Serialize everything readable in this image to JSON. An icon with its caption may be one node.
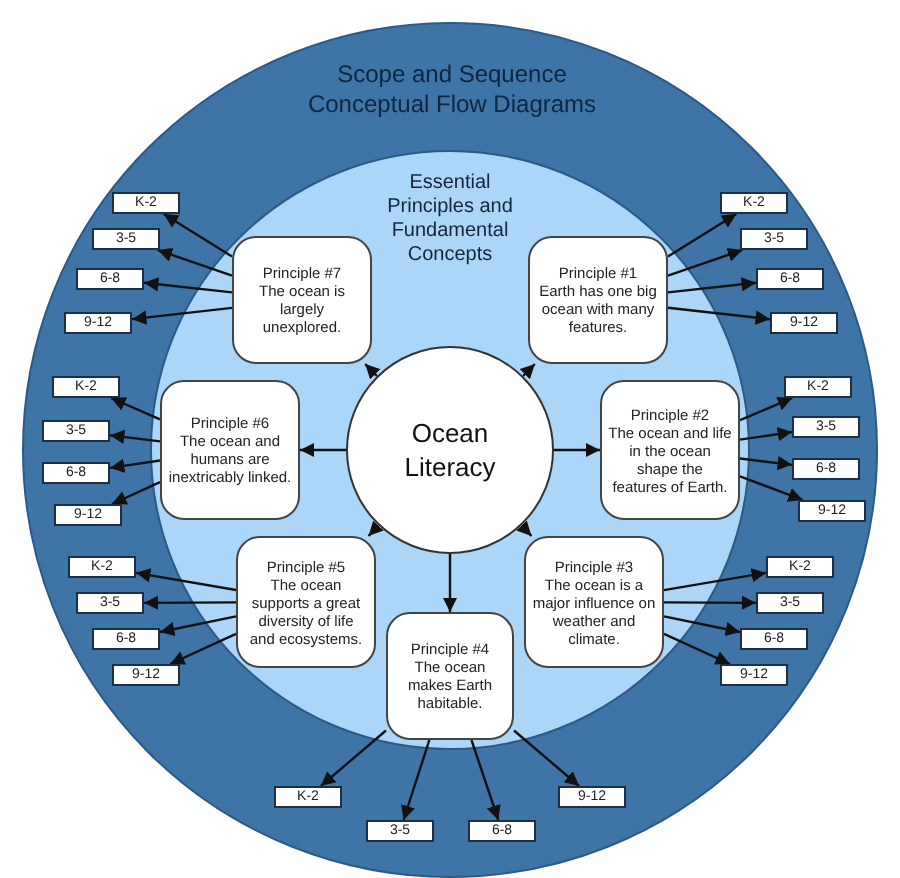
{
  "diagram": {
    "nodes": [
      {
        "text": [
          "Scope and Sequence Conceptual Flow Diagrams"
        ]
      },
      {
        "text": [
          "Essential Principles and Fundamental Concepts"
        ],
        "in": 0
      },
      {
        "text": [
          "Ocean Literacy"
        ],
        "in": 1
      },
      {
        "text": [
          "Principle #7",
          "The ocean is largely unexplored."
        ],
        "in": 1
      },
      {
        "text": [
          "Principle #1",
          "Earth has one big ocean with many features."
        ],
        "in": 1
      },
      {
        "text": [
          "Principle #6",
          "The ocean and humans are inextricably linked."
        ],
        "in": 1
      },
      {
        "text": [
          "Principle #2",
          "The ocean and life in the ocean shape the features of Earth."
        ],
        "in": 1
      },
      {
        "text": [
          "Principle #5",
          "The ocean supports a great diversity of life and ecosystems."
        ],
        "in": 1
      },
      {
        "text": [
          "Principle #3",
          "The ocean is a major influence on weather and climate."
        ],
        "in": 1
      },
      {
        "text": [
          "Principle #4",
          "The ocean makes Earth habitable."
        ],
        "in": 1
      },
      {
        "text": [
          "K-2"
        ],
        "in": 0
      },
      {
        "text": [
          "3-5"
        ],
        "in": 0
      },
      {
        "text": [
          "6-8"
        ],
        "in": 0
      },
      {
        "text": [
          "9-12"
        ],
        "in": 0
      },
      {
        "text": [
          "K-2"
        ],
        "in": 0
      },
      {
        "text": [
          "3-5"
        ],
        "in": 0
      },
      {
        "text": [
          "6-8"
        ],
        "in": 0
      },
      {
        "text": [
          "9-12"
        ],
        "in": 0
      },
      {
        "text": [
          "K-2"
        ],
        "in": 0
      },
      {
        "text": [
          "3-5"
        ],
        "in": 0
      },
      {
        "text": [
          "6-8"
        ],
        "in": 0
      },
      {
        "text": [
          "9-12"
        ],
        "in": 0
      },
      {
        "text": [
          "K-2"
        ],
        "in": 0
      },
      {
        "text": [
          "3-5"
        ],
        "in": 0
      },
      {
        "text": [
          "6-8"
        ],
        "in": 0
      },
      {
        "text": [
          "9-12"
        ],
        "in": 0
      },
      {
        "text": [
          "K-2"
        ],
        "in": 0
      },
      {
        "text": [
          "3-5"
        ],
        "in": 0
      },
      {
        "text": [
          "6-8"
        ],
        "in": 0
      },
      {
        "text": [
          "9-12"
        ],
        "in": 0
      },
      {
        "text": [
          "K-2"
        ],
        "in": 0
      },
      {
        "text": [
          "3-5"
        ],
        "in": 0
      },
      {
        "text": [
          "6-8"
        ],
        "in": 0
      },
      {
        "text": [
          "9-12"
        ],
        "in": 0
      },
      {
        "text": [
          "K-2"
        ],
        "in": 0
      },
      {
        "text": [
          "3-5"
        ],
        "in": 0
      },
      {
        "text": [
          "6-8"
        ],
        "in": 0
      },
      {
        "text": [
          "9-12"
        ],
        "in": 0
      }
    ],
    "edges": [
      {
        "from": 2,
        "to": 3,
        "arrow": "to"
      },
      {
        "from": 2,
        "to": 4,
        "arrow": "to"
      },
      {
        "from": 2,
        "to": 5,
        "arrow": "to"
      },
      {
        "from": 2,
        "to": 6,
        "arrow": "to"
      },
      {
        "from": 2,
        "to": 7,
        "arrow": "to"
      },
      {
        "from": 2,
        "to": 8,
        "arrow": "to"
      },
      {
        "from": 2,
        "to": 9,
        "arrow": "to"
      },
      {
        "from": 3,
        "to": 10,
        "arrow": "to"
      },
      {
        "from": 3,
        "to": 11,
        "arrow": "to"
      },
      {
        "from": 3,
        "to": 12,
        "arrow": "to"
      },
      {
        "from": 3,
        "to": 13,
        "arrow": "to"
      },
      {
        "from": 4,
        "to": 14,
        "arrow": "to"
      },
      {
        "from": 4,
        "to": 15,
        "arrow": "to"
      },
      {
        "from": 4,
        "to": 16,
        "arrow": "to"
      },
      {
        "from": 4,
        "to": 17,
        "arrow": "to"
      },
      {
        "from": 5,
        "to": 18,
        "arrow": "to"
      },
      {
        "from": 5,
        "to": 19,
        "arrow": "to"
      },
      {
        "from": 5,
        "to": 20,
        "arrow": "to"
      },
      {
        "from": 5,
        "to": 21,
        "arrow": "to"
      },
      {
        "from": 6,
        "to": 22,
        "arrow": "to"
      },
      {
        "from": 6,
        "to": 23,
        "arrow": "to"
      },
      {
        "from": 6,
        "to": 24,
        "arrow": "to"
      },
      {
        "from": 6,
        "to": 25,
        "arrow": "to"
      },
      {
        "from": 7,
        "to": 26,
        "arrow": "to"
      },
      {
        "from": 7,
        "to": 27,
        "arrow": "to"
      },
      {
        "from": 7,
        "to": 28,
        "arrow": "to"
      },
      {
        "from": 7,
        "to": 29,
        "arrow": "to"
      },
      {
        "from": 8,
        "to": 30,
        "arrow": "to"
      },
      {
        "from": 8,
        "to": 31,
        "arrow": "to"
      },
      {
        "from": 8,
        "to": 32,
        "arrow": "to"
      },
      {
        "from": 8,
        "to": 33,
        "arrow": "to"
      },
      {
        "from": 9,
        "to": 34,
        "arrow": "to"
      },
      {
        "from": 9,
        "to": 35,
        "arrow": "to"
      },
      {
        "from": 9,
        "to": 36,
        "arrow": "to"
      },
      {
        "from": 9,
        "to": 37,
        "arrow": "to"
      }
    ]
  }
}
